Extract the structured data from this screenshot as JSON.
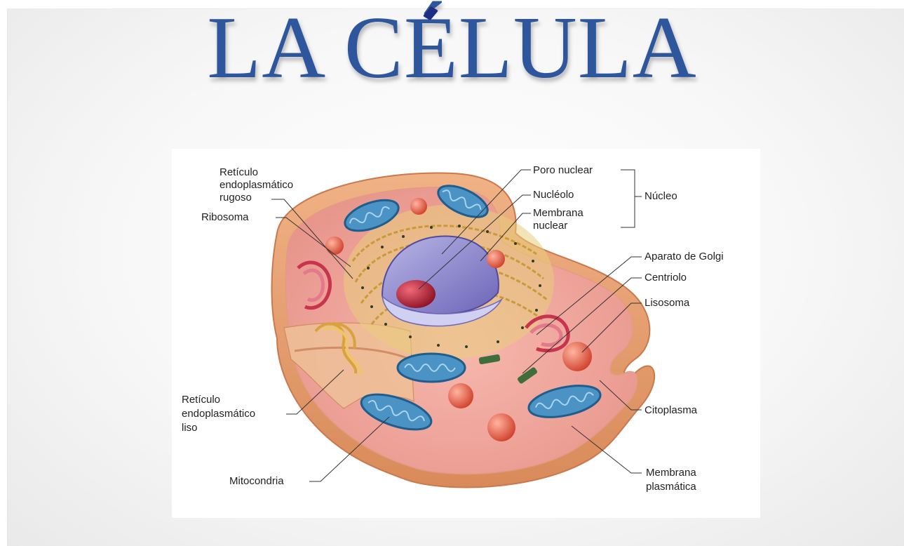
{
  "slide": {
    "title": "LA CÉLULA"
  },
  "labels": {
    "reticulo_rugoso": [
      "Retículo",
      "endoplasmático",
      "rugoso"
    ],
    "ribosoma": "Ribosoma",
    "poro_nuclear": "Poro nuclear",
    "nucleolo": "Nucléolo",
    "membrana_nuclear": [
      "Membrana",
      "nuclear"
    ],
    "nucleo": "Núcleo",
    "golgi": "Aparato de Golgi",
    "centriolo": "Centriolo",
    "lisosoma": "Lisosoma",
    "citoplasma": "Citoplasma",
    "reticulo_liso": [
      "Retículo",
      "endoplasmático",
      "liso"
    ],
    "mitocondria": "Mitocondria",
    "membrana_plasmatica": [
      "Membrana",
      "plasmática"
    ]
  },
  "colors": {
    "title": "#2e569c",
    "membrane": "#e3a274",
    "cytoplasm": "#f1aaa2",
    "mitochondria": "#3a82b4",
    "nucleolus": "#b5243a",
    "golgi": "#c8344d"
  }
}
